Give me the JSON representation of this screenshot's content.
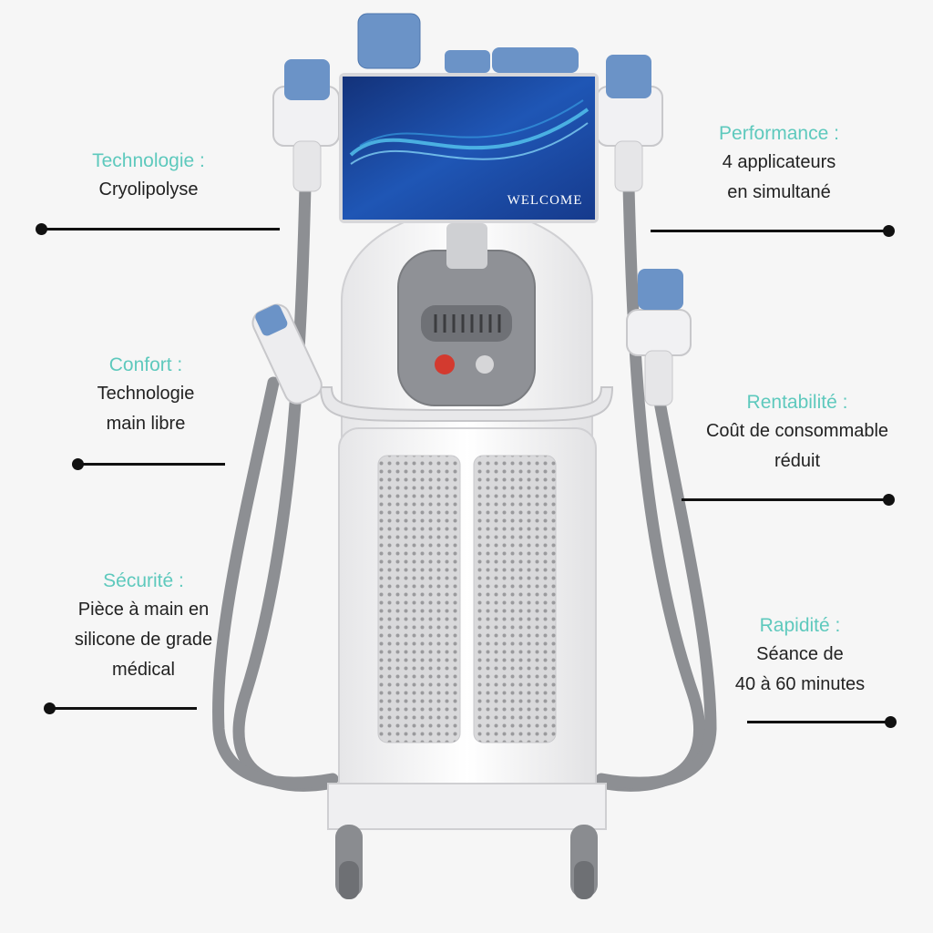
{
  "features": [
    {
      "id": "technologie",
      "title": "Technologie :",
      "lines": [
        "Cryolipolyse"
      ]
    },
    {
      "id": "confort",
      "title": "Confort :",
      "lines": [
        "Technologie",
        "main libre"
      ]
    },
    {
      "id": "securite",
      "title": "Sécurité :",
      "lines": [
        "Pièce à main en",
        "silicone de grade",
        "médical"
      ]
    },
    {
      "id": "performance",
      "title": "Performance :",
      "lines": [
        "4 applicateurs",
        "en simultané"
      ]
    },
    {
      "id": "rentabilite",
      "title": "Rentabilité :",
      "lines": [
        "Coût de consommable",
        "réduit"
      ]
    },
    {
      "id": "rapidite",
      "title": "Rapidité :",
      "lines": [
        "Séance de",
        "40 à 60 minutes"
      ]
    }
  ],
  "screen": {
    "welcome": "WELCOME"
  },
  "colors": {
    "accent": "#5ec9bd",
    "text": "#222222",
    "line": "#111111",
    "applicator": "#6b93c7"
  }
}
